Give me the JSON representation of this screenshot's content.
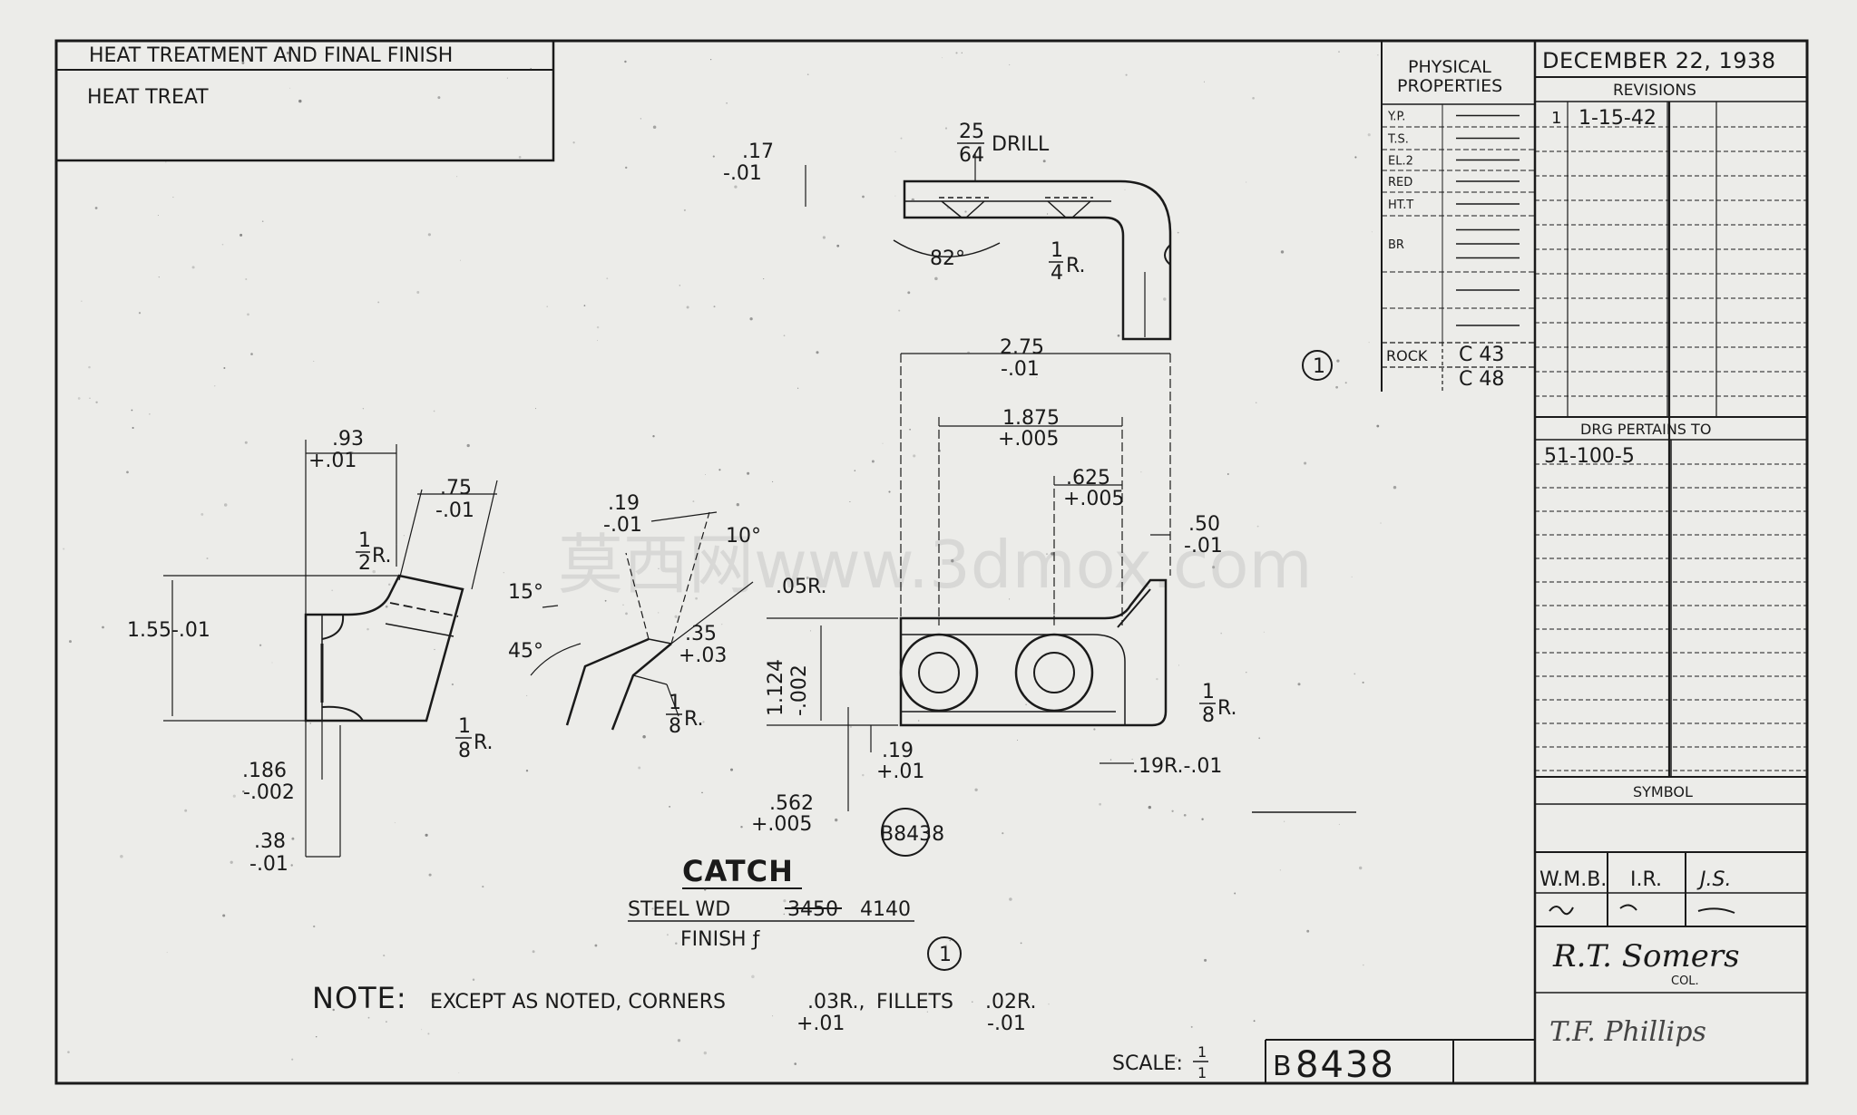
{
  "heat_box": {
    "title": "HEAT TREATMENT AND FINAL FINISH",
    "treat": "HEAT TREAT"
  },
  "props": {
    "header_line1": "PHYSICAL",
    "header_line2": "PROPERTIES",
    "rows": [
      "Y.P.",
      "T.S.",
      "EL.2",
      "RED",
      "HT.T",
      "BR",
      "",
      ""
    ],
    "rock_label": "ROCK",
    "rock_values": [
      "C 43",
      "C 48"
    ]
  },
  "revisions": {
    "date": "DECEMBER 22, 1938",
    "title": "REVISIONS",
    "entries": [
      {
        "mark": "1",
        "date": "1-15-42"
      }
    ],
    "pertains_title": "DRG PERTAINS TO",
    "pertains_value": "51-100-5",
    "symbol_title": "SYMBOL"
  },
  "signoffs": {
    "drawn": "W.M.B.",
    "checked": "I.R.",
    "traced": "J.S.",
    "signature": "R.T. Somers",
    "signature_sub": "COL.",
    "signature2": "T.F. Phillips"
  },
  "part": {
    "name": "CATCH",
    "material_prefix": "STEEL  WD",
    "material_old": "3450",
    "material_new": "4140",
    "finish": "FINISH ƒ",
    "number": "B8438",
    "revision_mark": "1"
  },
  "note": {
    "label": "NOTE:",
    "text": "EXCEPT AS NOTED, CORNERS",
    "corner_val": ".03R.,",
    "corner_tol": "+.01",
    "fillet_text": "FILLETS",
    "fillet_val": ".02R.",
    "fillet_tol": "-.01"
  },
  "scale": {
    "label": "SCALE:",
    "num": "1",
    "den": "1"
  },
  "title_number": {
    "prefix": "B",
    "num": "8438"
  },
  "watermark": "莫西网www.3dmox.com",
  "dims": {
    "d17": ".17",
    "d17t": "-.01",
    "drill_num": "25",
    "drill_den": "64",
    "drill": "DRILL",
    "deg82": "82°",
    "r14_num": "1",
    "r14_den": "4",
    "r14": "R.",
    "d275": "2.75",
    "d275t": "-.01",
    "d1875": "1.875",
    "d1875t": "+.005",
    "d625": ".625",
    "d625t": "+.005",
    "d50": ".50",
    "d50t": "-.01",
    "d93": ".93",
    "d93t": "+.01",
    "d75": ".75",
    "d75t": "-.01",
    "r12_num": "1",
    "r12_den": "2",
    "r12": "R.",
    "d155": "1.55-.01",
    "r18a_num": "1",
    "r18a_den": "8",
    "r18a": "R.",
    "d186": ".186",
    "d186t": "-.002",
    "d38": ".38",
    "d38t": "-.01",
    "d19": ".19",
    "d19t": "-.01",
    "deg10": "10°",
    "deg15": "15°",
    "deg45": "45°",
    "r05": ".05R.",
    "d35": ".35",
    "d35t": "+.03",
    "r18b_num": "1",
    "r18b_den": "8",
    "r18b": "R.",
    "d1124": "1.124",
    "d1124t": "-.002",
    "d19b": ".19",
    "d19bt": "+.01",
    "r18c_num": "1",
    "r18c_den": "8",
    "r18c": "R.",
    "r19": ".19R.-.01",
    "d562": ".562",
    "d562t": "+.005"
  }
}
